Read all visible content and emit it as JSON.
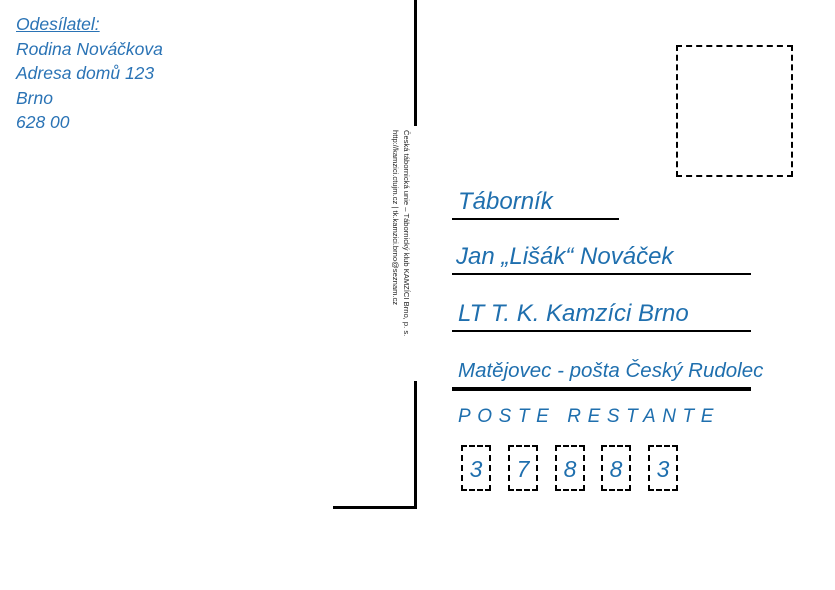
{
  "sender": {
    "heading": "Odesílatel:",
    "name": "Rodina Nováčkova",
    "street": "Adresa domů 123",
    "city": "Brno",
    "postcode": "628 00"
  },
  "side_text": {
    "line1": "Česká tábornická unie – Tábornický klub KAMZÍCI Brno, p. s.",
    "line2": "http://kamzici.ctujm.cz   |   tk.kamzici.brno@seznam.cz"
  },
  "recipient": {
    "line1": "Táborník",
    "line2": "Jan „Lišák“ Nováček",
    "line3": "LT  T. K. Kamzíci Brno",
    "line4": "Matějovec - pošta Český Rudolec",
    "poste_restante": "POSTE RESTANTE",
    "postcode_digits": [
      "3",
      "7",
      "8",
      "8",
      "3"
    ]
  },
  "colors": {
    "text": "#1f6fae",
    "lines": "#000000"
  }
}
